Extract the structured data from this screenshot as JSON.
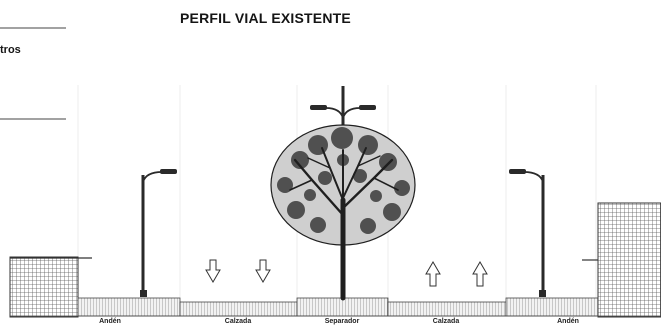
{
  "title": "PERFIL VIAL EXISTENTE",
  "legend_fragment": "tros",
  "segments": [
    {
      "id": "anden-left",
      "label": "Andén"
    },
    {
      "id": "calzada-left",
      "label": "Calzada",
      "direction": "down"
    },
    {
      "id": "separador",
      "label": "Separador"
    },
    {
      "id": "calzada-right",
      "label": "Calzada",
      "direction": "up"
    },
    {
      "id": "anden-right",
      "label": "Andén"
    }
  ],
  "colors": {
    "ink": "#2a2a2a",
    "hatch": "#6a6a6a",
    "tree": "#1f1f1f"
  }
}
